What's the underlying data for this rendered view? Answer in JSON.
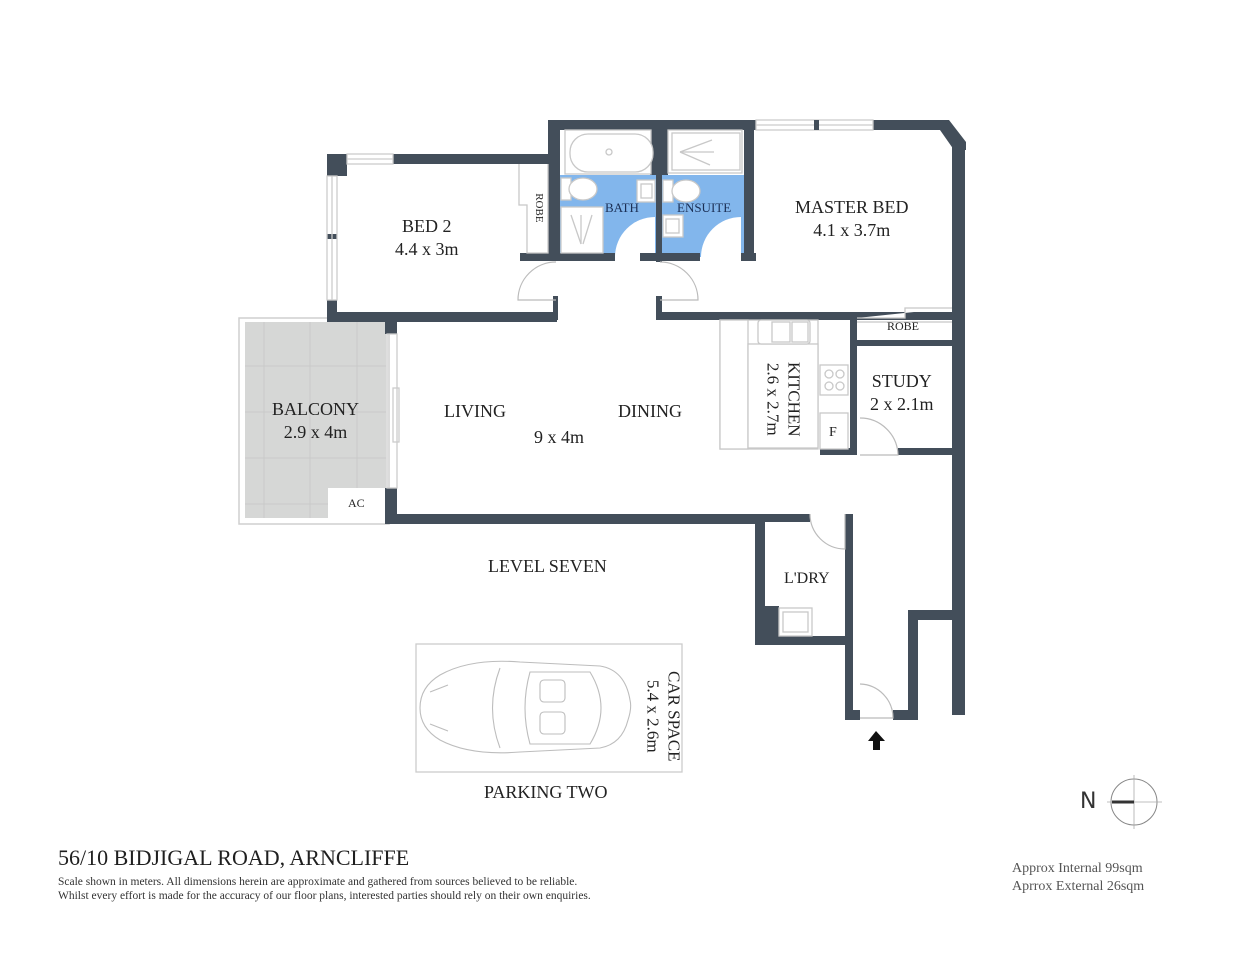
{
  "property": {
    "address": "56/10 BIDJIGAL ROAD, ARNCLIFFE",
    "disclaimer_line1": "Scale shown in meters. All dimensions herein are approximate and gathered from sources believed to be  reliable.",
    "disclaimer_line2": "Whilst every effort is made for the accuracy of our floor plans, interested parties should rely on their own enquiries.",
    "area_internal": "Approx Internal 99sqm",
    "area_external": "Aprrox External 26sqm"
  },
  "level_label": "LEVEL SEVEN",
  "parking_label": "PARKING TWO",
  "colors": {
    "wall": "#434e5a",
    "wet_area": "#82b6ec",
    "balcony": "#d6d7d6",
    "fixture_line": "#c8c8c8"
  },
  "rooms": {
    "bed2": {
      "name": "BED 2",
      "dim": "4.4 x 3m"
    },
    "robe_bed2": {
      "name": "ROBE"
    },
    "bath": {
      "name": "BATH"
    },
    "ensuite": {
      "name": "ENSUITE"
    },
    "master": {
      "name": "MASTER BED",
      "dim": "4.1 x 3.7m"
    },
    "robe_master": {
      "name": "ROBE"
    },
    "balcony": {
      "name": "BALCONY",
      "dim": "2.9 x 4m"
    },
    "ac": {
      "name": "AC"
    },
    "living": {
      "name": "LIVING"
    },
    "dining": {
      "name": "DINING"
    },
    "living_dim": {
      "dim": "9 x 4m"
    },
    "kitchen": {
      "name": "KITCHEN",
      "dim": "2.6 x 2.7m"
    },
    "fridge": {
      "name": "F"
    },
    "study": {
      "name": "STUDY",
      "dim": "2 x 2.1m"
    },
    "laundry": {
      "name": "L'DRY"
    },
    "car_space": {
      "name": "CAR SPACE",
      "dim": "5.4 x 2.6m"
    }
  },
  "compass": {
    "letter": "N"
  }
}
